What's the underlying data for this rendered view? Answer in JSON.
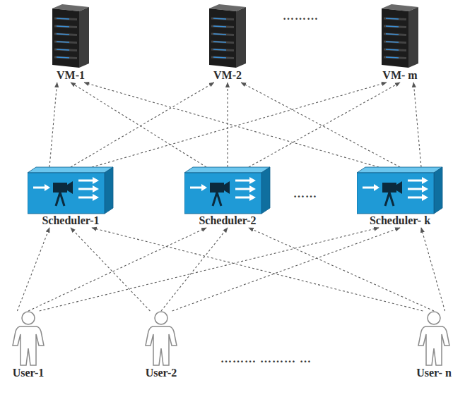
{
  "diagram": {
    "nodes": [
      {
        "text": [
          "VM-1"
        ]
      },
      {
        "text": [
          "VM-2"
        ]
      },
      {
        "text": [
          "VM- m"
        ]
      },
      {
        "text": [
          "Scheduler-1"
        ]
      },
      {
        "text": [
          "Scheduler-2"
        ]
      },
      {
        "text": [
          "Scheduler- k"
        ]
      },
      {
        "text": [
          "User-1"
        ]
      },
      {
        "text": [
          "User-2"
        ]
      },
      {
        "text": [
          "User- n"
        ]
      }
    ],
    "edges": [
      {
        "from": 6,
        "to": 3,
        "arrow": "to"
      },
      {
        "from": 6,
        "to": 4,
        "arrow": "to"
      },
      {
        "from": 6,
        "to": 5,
        "arrow": "to"
      },
      {
        "from": 7,
        "to": 3,
        "arrow": "to"
      },
      {
        "from": 7,
        "to": 4,
        "arrow": "to"
      },
      {
        "from": 7,
        "to": 5,
        "arrow": "to"
      },
      {
        "from": 8,
        "to": 3,
        "arrow": "to"
      },
      {
        "from": 8,
        "to": 4,
        "arrow": "to"
      },
      {
        "from": 8,
        "to": 5,
        "arrow": "to"
      },
      {
        "from": 3,
        "to": 0,
        "arrow": "to"
      },
      {
        "from": 3,
        "to": 1,
        "arrow": "to"
      },
      {
        "from": 3,
        "to": 2,
        "arrow": "to"
      },
      {
        "from": 4,
        "to": 0,
        "arrow": "to"
      },
      {
        "from": 4,
        "to": 1,
        "arrow": "to"
      },
      {
        "from": 4,
        "to": 2,
        "arrow": "to"
      },
      {
        "from": 5,
        "to": 0,
        "arrow": "to"
      },
      {
        "from": 5,
        "to": 1,
        "arrow": "to"
      },
      {
        "from": 5,
        "to": 2,
        "arrow": "to"
      }
    ],
    "labels": [
      "………",
      "……",
      "……… ……… …"
    ]
  }
}
